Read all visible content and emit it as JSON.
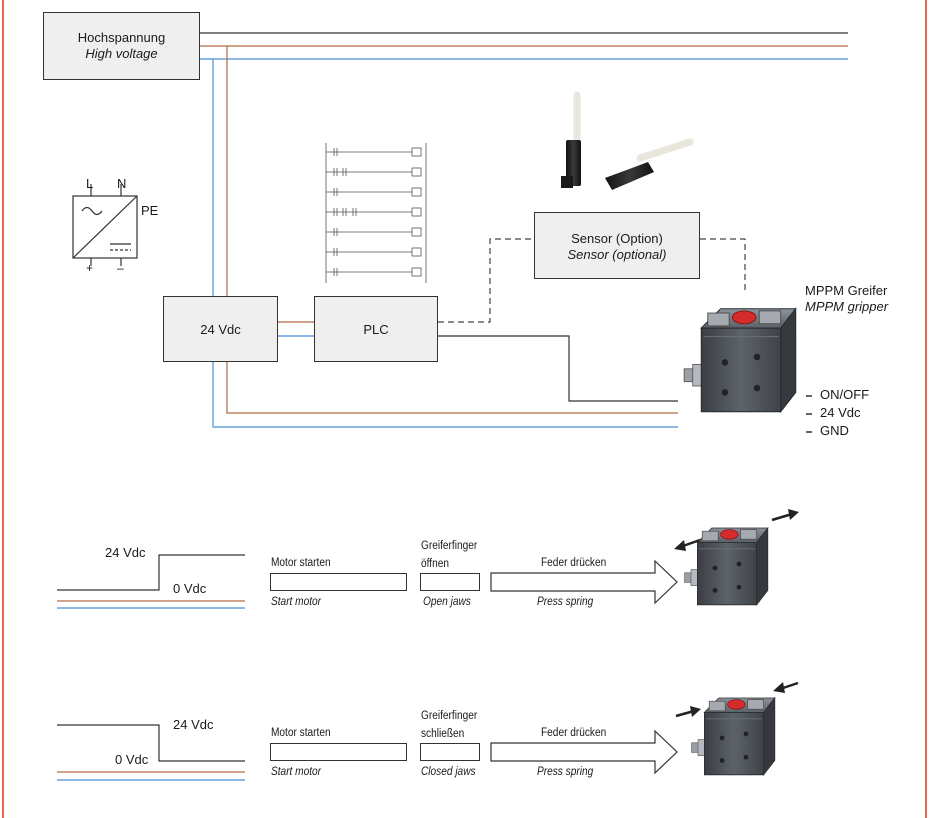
{
  "hv_box": {
    "line1": "Hochspannung",
    "line2": "High voltage"
  },
  "psu_symbol": {
    "l": "L",
    "n": "N",
    "pe": "PE",
    "plus": "+",
    "minus": "–"
  },
  "dc_box": {
    "label": "24 Vdc"
  },
  "plc_box": {
    "label": "PLC"
  },
  "sensor_box": {
    "line1": "Sensor (Option)",
    "line2": "Sensor (optional)"
  },
  "gripper": {
    "line1": "MPPM Greifer",
    "line2": "MPPM gripper"
  },
  "signals": [
    "ON/OFF",
    "24 Vdc",
    "GND"
  ],
  "sequence_open": {
    "high": "24 Vdc",
    "low": "0 Vdc",
    "step1": {
      "de": "Motor starten",
      "en": "Start motor"
    },
    "step2": {
      "de1": "Greiferfinger",
      "de2": "öffnen",
      "en": "Open jaws"
    },
    "step3": {
      "de": "Feder drücken",
      "en": "Press spring"
    }
  },
  "sequence_close": {
    "high": "24 Vdc",
    "low": "0 Vdc",
    "step1": {
      "de": "Motor starten",
      "en": "Start motor"
    },
    "step2": {
      "de1": "Greiferfinger",
      "de2": "schließen",
      "en": "Closed jaws"
    },
    "step3": {
      "de": "Feder drücken",
      "en": "Press spring"
    }
  },
  "colors": {
    "frame": "#e8694d",
    "wire_dark": "#333333",
    "wire_brown": "#b26a45",
    "wire_blue": "#4a8fd6",
    "box_fill": "#efefef",
    "gripper_body": "#4a4f55",
    "gripper_button": "#d62b2b"
  }
}
